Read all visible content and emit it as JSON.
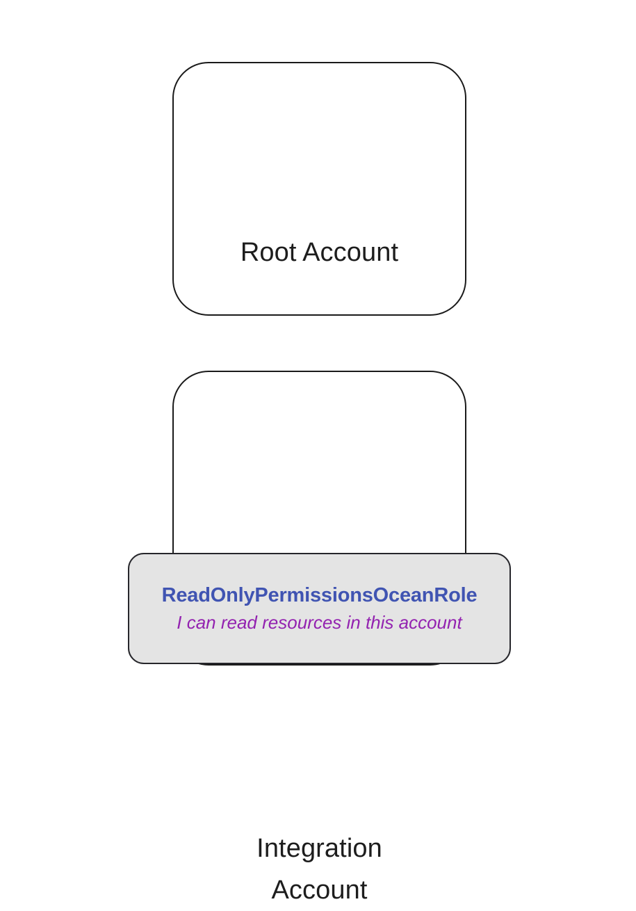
{
  "diagram": {
    "type": "cloud-account-architecture",
    "background_color": "#ffffff",
    "nodes": {
      "root_account": {
        "label": "Root Account",
        "fill": "#ffffff",
        "stroke": "#1a1a1a"
      },
      "integration_account": {
        "label": "Integration\nAccount",
        "fill": "#ffffff",
        "stroke": "#1a1a1a"
      },
      "role_card": {
        "title": "ReadOnlyPermissionsOceanRole",
        "subtitle": "I can read resources in this account",
        "fill": "#e4e4e4",
        "stroke": "#26262b",
        "title_color": "#4054b2",
        "subtitle_color": "#9322b0"
      }
    }
  }
}
